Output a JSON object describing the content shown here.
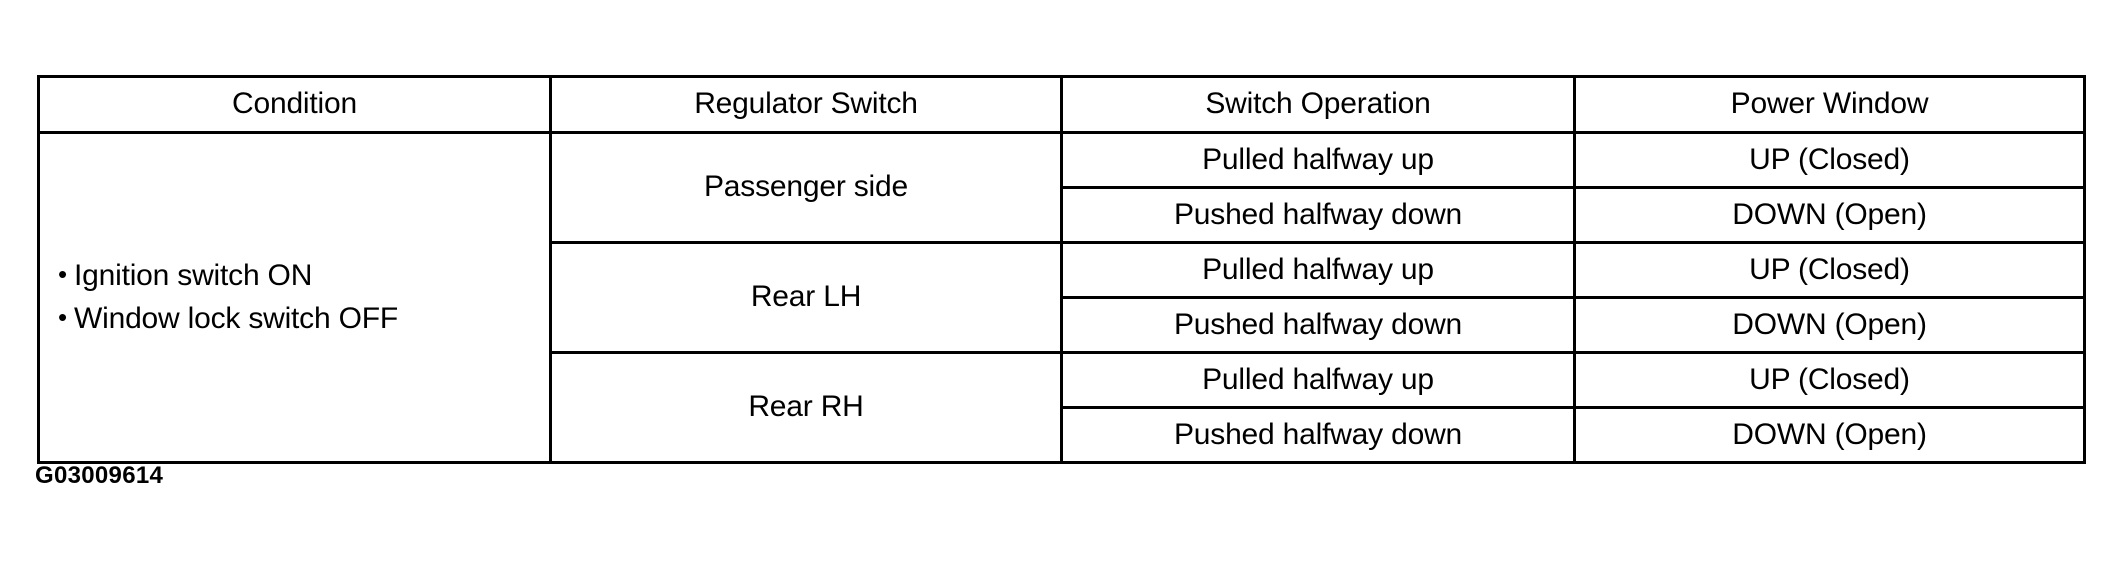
{
  "table": {
    "headers": [
      "Condition",
      "Regulator Switch",
      "Switch Operation",
      "Power Window"
    ],
    "condition": {
      "bullets": [
        "Ignition switch ON",
        "Window lock switch OFF"
      ],
      "bullet_glyph": "•"
    },
    "groups": [
      {
        "regulator_switch": "Passenger side",
        "rows": [
          {
            "switch_operation": "Pulled halfway up",
            "power_window": "UP (Closed)"
          },
          {
            "switch_operation": "Pushed halfway down",
            "power_window": "DOWN (Open)"
          }
        ]
      },
      {
        "regulator_switch": "Rear LH",
        "rows": [
          {
            "switch_operation": "Pulled halfway up",
            "power_window": "UP (Closed)"
          },
          {
            "switch_operation": "Pushed halfway down",
            "power_window": "DOWN (Open)"
          }
        ]
      },
      {
        "regulator_switch": "Rear RH",
        "rows": [
          {
            "switch_operation": "Pulled halfway up",
            "power_window": "UP (Closed)"
          },
          {
            "switch_operation": "Pushed halfway down",
            "power_window": "DOWN (Open)"
          }
        ]
      }
    ]
  },
  "caption": "G03009614",
  "colors": {
    "border": "#000000",
    "text": "#000000",
    "background": "#ffffff"
  }
}
